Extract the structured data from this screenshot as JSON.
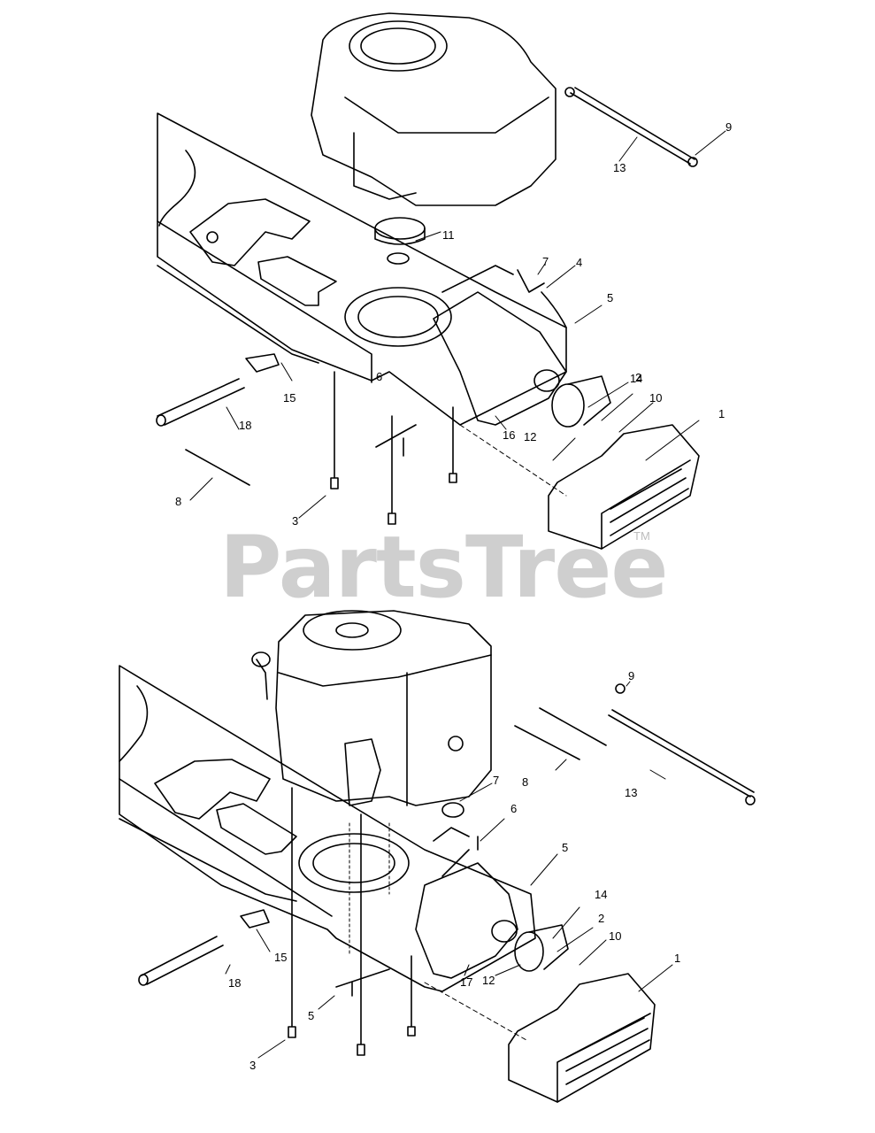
{
  "watermark": {
    "text": "PartsTree",
    "tm": "TM"
  },
  "top_view": {
    "callouts": [
      "9",
      "13",
      "11",
      "7",
      "4",
      "5",
      "6",
      "14",
      "2",
      "10",
      "1",
      "12",
      "16",
      "15",
      "18",
      "8",
      "3"
    ]
  },
  "bottom_view": {
    "callouts": [
      "9",
      "8",
      "13",
      "7",
      "6",
      "5",
      "14",
      "2",
      "10",
      "1",
      "12",
      "17",
      "15",
      "18",
      "5",
      "3"
    ]
  }
}
